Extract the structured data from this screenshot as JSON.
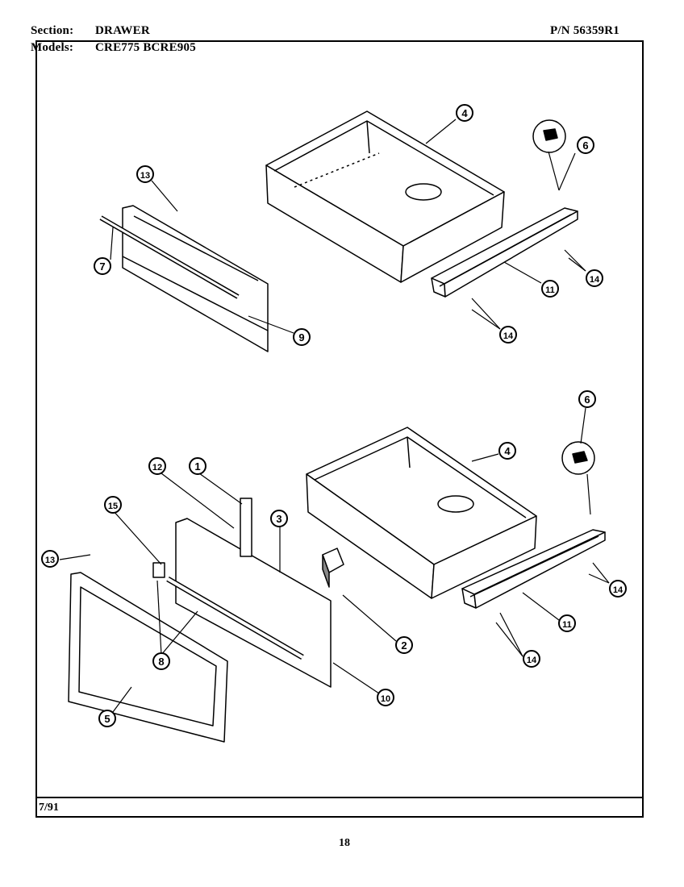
{
  "header": {
    "section_label": "Section:",
    "section_value": "DRAWER",
    "pn": "P/N 56359R1",
    "models_label": "Models:",
    "models_value": "CRE775  BCRE905"
  },
  "footer": {
    "date": "7/91",
    "page": "18"
  },
  "callouts": [
    "1",
    "2",
    "3",
    "4",
    "5",
    "6",
    "7",
    "8",
    "9",
    "10",
    "11",
    "12",
    "13",
    "14",
    "15"
  ]
}
